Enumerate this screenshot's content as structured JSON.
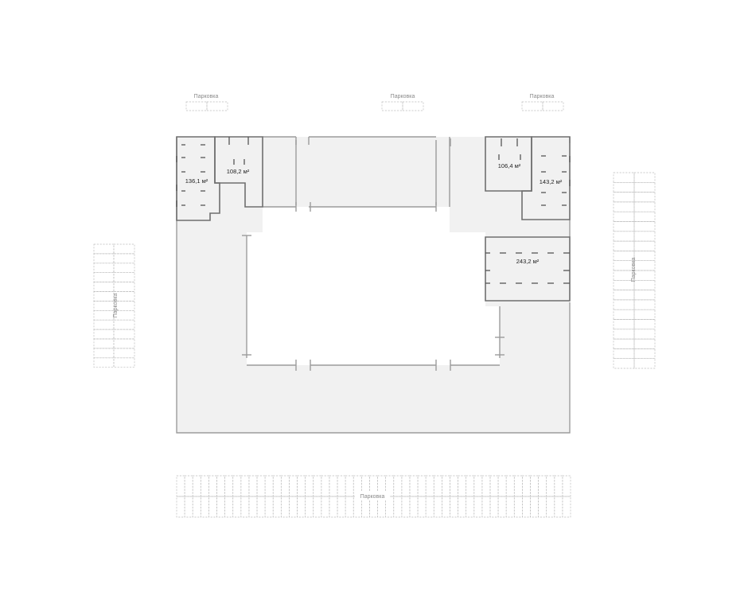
{
  "floorplan": {
    "units": [
      {
        "id": "u1",
        "area": "136,1 м²"
      },
      {
        "id": "u2",
        "area": "108,2 м²"
      },
      {
        "id": "u3",
        "area": "106,4 м²"
      },
      {
        "id": "u4",
        "area": "143,2 м²"
      },
      {
        "id": "u5",
        "area": "243,2 м²"
      }
    ],
    "parking": {
      "top_left": "Парковка",
      "top_center": "Парковка",
      "top_right": "Парковка",
      "left": "Парковка",
      "right": "Парковка",
      "bottom": "Парковка"
    },
    "colors": {
      "floor_fill": "#f1f1f1",
      "courtyard": "#ffffff",
      "wall": "#9c9c9c",
      "unit_wall": "#6f6f6f",
      "parking_line": "#bdbdbd"
    }
  }
}
